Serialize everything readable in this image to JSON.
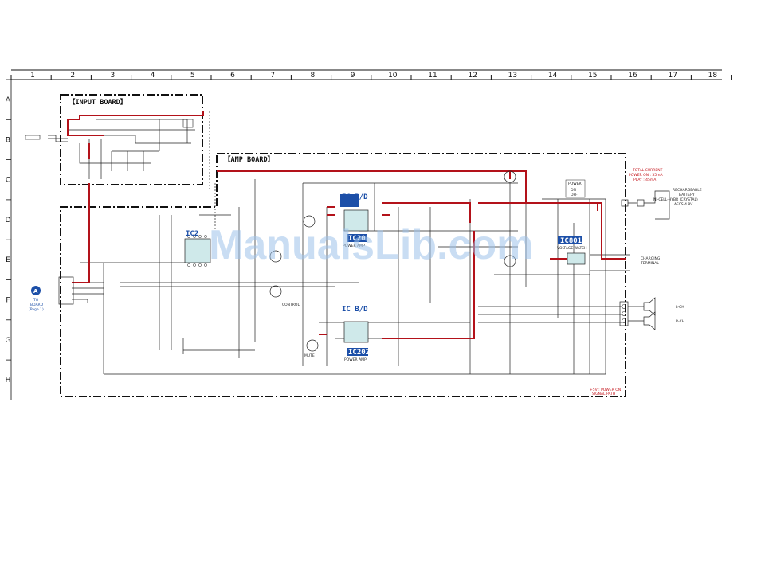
{
  "grid": {
    "columns": [
      "1",
      "2",
      "3",
      "4",
      "5",
      "6",
      "7",
      "8",
      "9",
      "10",
      "11",
      "12",
      "13",
      "14",
      "15",
      "16",
      "17",
      "18"
    ],
    "rows": [
      "A",
      "B",
      "C",
      "D",
      "E",
      "F",
      "G",
      "H"
    ]
  },
  "boards": {
    "input": "【INPUT BOARD】",
    "amp": "【AMP BOARD】"
  },
  "ics": {
    "ic_bd_1": "IC B/D",
    "ic_bd_2": "IC B/D",
    "ic201": "IC201",
    "ic201_sub": "POWER AMP",
    "ic202": "IC202",
    "ic202_sub": "POWER AMP",
    "ic801": "IC801",
    "ic801_sub": "VOLTAGE WATCH",
    "ic_left": "IC2"
  },
  "labels": {
    "control": "CONTROL",
    "mute": "MUTE",
    "total_current_1": "TOTAL CURRENT",
    "total_current_2": "POWER ON : 35mA",
    "total_current_3": "PLAY : 45mA",
    "battery_1": "RECHARGEABLE",
    "battery_2": "BATTERY",
    "battery_3": "NI-CELL-HYBR (CRYSTAL)",
    "battery_4": "AFCS 4.8V",
    "charging_1": "CHARGING",
    "charging_2": "TERMINAL",
    "lch": "L-CH",
    "rch": "R-CH",
    "sw_power": "POWER",
    "sw_on": "ON",
    "sw_off": "OFF",
    "connector_a": "A",
    "connector_a_note_1": "TO",
    "connector_a_note_2": "BOARD",
    "connector_a_note_3": "(Page 1)",
    "footer_1": "+5V : POWER ON",
    "footer_2": ": SIGNAL PATH"
  },
  "watermark": "ManualsLib.com",
  "colors": {
    "signal_path": "#b3121a",
    "ic_fill": "#cfe9ea",
    "ic_label_fill": "#1c4fa8",
    "watermark": "#9ec3ea"
  }
}
